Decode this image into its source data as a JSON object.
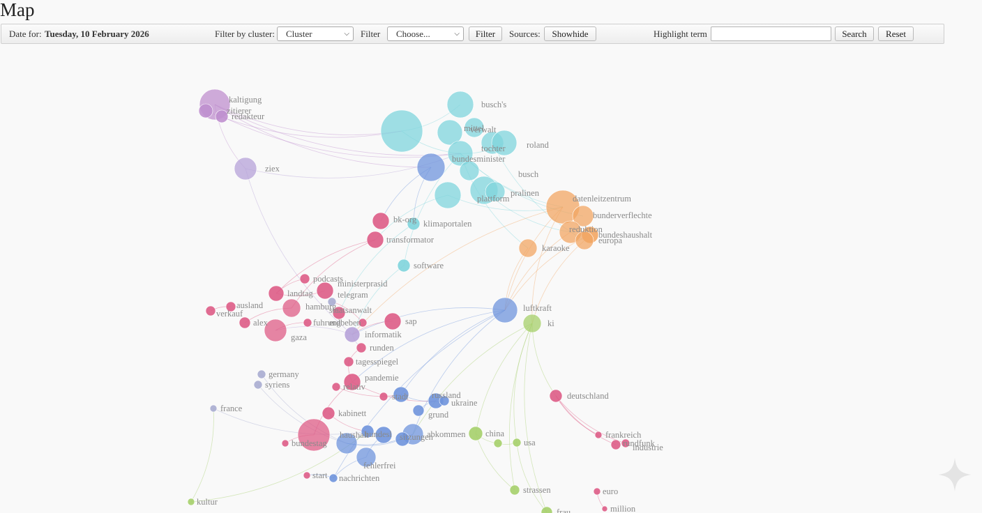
{
  "page": {
    "title": "Map"
  },
  "toolbar": {
    "date_label": "Date for:",
    "date_value": "Tuesday, 10 February 2026",
    "cluster_label": "Filter by cluster:",
    "cluster_select": "Cluster",
    "filter_label": "Filter",
    "filter_select": "Choose...",
    "filter_button": "Filter",
    "sources_label": "Sources:",
    "showhide_button": "Showhide",
    "highlight_label": "Highlight term",
    "highlight_value": "",
    "search_button": "Search",
    "reset_button": "Reset"
  },
  "graph": {
    "colors": {
      "purple": "#bf8fce",
      "lavender": "#b6a2d8",
      "cyan": "#7fd4dc",
      "orange": "#f2a663",
      "pink": "#dd5c86",
      "blue": "#6f94dc",
      "green": "#a5cf6a",
      "gray": "#a9acd0"
    },
    "nodes": [
      {
        "id": "kaltigung",
        "label": "kaltigung",
        "color": "purple"
      },
      {
        "id": "zitierfuhrer",
        "label": "zitierer",
        "color": "purple"
      },
      {
        "id": "redaktor",
        "label": "redakteur",
        "color": "purple"
      },
      {
        "id": "ziex",
        "label": "ziex",
        "color": "lavender"
      },
      {
        "id": "busch_s",
        "label": "busch's",
        "color": "cyan"
      },
      {
        "id": "c_star",
        "label": "",
        "color": "cyan"
      },
      {
        "id": "c_mid1",
        "label": "mittel",
        "color": "cyan"
      },
      {
        "id": "c_mid2",
        "label": "verwalt",
        "color": "cyan"
      },
      {
        "id": "c_mid3",
        "label": "tochter",
        "color": "cyan"
      },
      {
        "id": "roland",
        "label": "roland",
        "color": "cyan"
      },
      {
        "id": "c_hub",
        "label": "bundesminister",
        "color": "cyan"
      },
      {
        "id": "c_left",
        "label": "",
        "color": "blue"
      },
      {
        "id": "c_b1",
        "label": "",
        "color": "cyan"
      },
      {
        "id": "c_b2",
        "label": "plattform",
        "color": "cyan"
      },
      {
        "id": "busch",
        "label": "busch",
        "color": "cyan"
      },
      {
        "id": "pralinen",
        "label": "pralinen",
        "color": "cyan"
      },
      {
        "id": "o_main",
        "label": "datenleitzentrum",
        "color": "orange"
      },
      {
        "id": "o_2",
        "label": "bunderverflechte",
        "color": "orange"
      },
      {
        "id": "o_3",
        "label": "reduktion",
        "color": "orange"
      },
      {
        "id": "o_4",
        "label": "bundeshaushalt",
        "color": "orange"
      },
      {
        "id": "europa",
        "label": "europa",
        "color": "orange"
      },
      {
        "id": "karaoke",
        "label": "karaoke",
        "color": "orange"
      },
      {
        "id": "bk_org",
        "label": "bk-org",
        "color": "pink"
      },
      {
        "id": "kb_cyan",
        "label": "klimaportalen",
        "color": "cyan"
      },
      {
        "id": "transformator",
        "label": "transformator",
        "color": "pink"
      },
      {
        "id": "software",
        "label": "software",
        "color": "cyan"
      },
      {
        "id": "podcasts",
        "label": "podcasts",
        "color": "pink"
      },
      {
        "id": "landtag",
        "label": "landtag",
        "color": "pink"
      },
      {
        "id": "ministerpraes",
        "label": "ministerprasid",
        "color": "pink"
      },
      {
        "id": "telegram",
        "label": "telegram",
        "color": "gray"
      },
      {
        "id": "staatsanwalt",
        "label": "staatsanwalt",
        "color": "pink"
      },
      {
        "id": "hamburg",
        "label": "hamburg",
        "color": "pink"
      },
      {
        "id": "ausland",
        "label": "ausland",
        "color": "pink"
      },
      {
        "id": "verkauf",
        "label": "verkauf",
        "color": "pink"
      },
      {
        "id": "alex",
        "label": "alex",
        "color": "pink"
      },
      {
        "id": "sap",
        "label": "sap",
        "color": "pink"
      },
      {
        "id": "fuhrung",
        "label": "fuhrung",
        "color": "pink"
      },
      {
        "id": "gazastreifen",
        "label": "gaza",
        "color": "pink"
      },
      {
        "id": "erdbeben",
        "label": "erdbeben",
        "color": "pink"
      },
      {
        "id": "informatik",
        "label": "informatik",
        "color": "lavender"
      },
      {
        "id": "luftkraft",
        "label": "luftkraft",
        "color": "blue"
      },
      {
        "id": "ki",
        "label": "ki",
        "color": "green"
      },
      {
        "id": "runden",
        "label": "runden",
        "color": "pink"
      },
      {
        "id": "tagesspiegel",
        "label": "tagesspiegel",
        "color": "pink"
      },
      {
        "id": "germany",
        "label": "germany",
        "color": "gray"
      },
      {
        "id": "syriens",
        "label": "syriens",
        "color": "gray"
      },
      {
        "id": "france",
        "label": "france",
        "color": "gray"
      },
      {
        "id": "pandemie",
        "label": "pandemie",
        "color": "pink"
      },
      {
        "id": "relativ",
        "label": "relativ",
        "color": "pink"
      },
      {
        "id": "stadt",
        "label": "stadt",
        "color": "pink"
      },
      {
        "id": "b_a",
        "label": "",
        "color": "blue"
      },
      {
        "id": "b_b",
        "label": "russland",
        "color": "blue"
      },
      {
        "id": "ukraine",
        "label": "ukraine",
        "color": "blue"
      },
      {
        "id": "grund",
        "label": "grund",
        "color": "blue"
      },
      {
        "id": "kabinett",
        "label": "kabinett",
        "color": "pink"
      },
      {
        "id": "big_pink",
        "label": "bundestag",
        "color": "pink"
      },
      {
        "id": "lr_small",
        "label": "",
        "color": "pink"
      },
      {
        "id": "b_c1",
        "label": "haushalt",
        "color": "blue"
      },
      {
        "id": "b_c2",
        "label": "bundesl",
        "color": "blue"
      },
      {
        "id": "b_c3",
        "label": "",
        "color": "blue"
      },
      {
        "id": "b_c4",
        "label": "abkommen",
        "color": "blue"
      },
      {
        "id": "b_c5",
        "label": "sitzungen",
        "color": "blue"
      },
      {
        "id": "b_c6",
        "label": "fehlerfrei",
        "color": "blue"
      },
      {
        "id": "china",
        "label": "china",
        "color": "green"
      },
      {
        "id": "usa",
        "label": "usa",
        "color": "green"
      },
      {
        "id": "usa2",
        "label": "",
        "color": "green"
      },
      {
        "id": "deutschland",
        "label": "deutschland",
        "color": "pink"
      },
      {
        "id": "frankreich",
        "label": "frankreich",
        "color": "pink"
      },
      {
        "id": "rundfunk",
        "label": "rundfunk",
        "color": "pink"
      },
      {
        "id": "rf2",
        "label": "industrie",
        "color": "pink"
      },
      {
        "id": "start",
        "label": "start",
        "color": "pink"
      },
      {
        "id": "nachrichten",
        "label": "nachrichten",
        "color": "blue"
      },
      {
        "id": "kultur",
        "label": "kultur",
        "color": "green"
      },
      {
        "id": "strassen",
        "label": "strassen",
        "color": "green"
      },
      {
        "id": "frau",
        "label": "frau",
        "color": "green"
      },
      {
        "id": "euro",
        "label": "euro",
        "color": "pink"
      },
      {
        "id": "million",
        "label": "million",
        "color": "pink"
      }
    ],
    "edges": [
      [
        "kaltigung",
        "c_star"
      ],
      [
        "kaltigung",
        "c_hub"
      ],
      [
        "kaltigung",
        "c_left"
      ],
      [
        "kaltigung",
        "ziex"
      ],
      [
        "zitierfuhrer",
        "c_star"
      ],
      [
        "redaktor",
        "c_hub"
      ],
      [
        "ziex",
        "c_hub"
      ],
      [
        "ziex",
        "informatik"
      ],
      [
        "c_star",
        "c_hub"
      ],
      [
        "c_star",
        "busch_s"
      ],
      [
        "c_hub",
        "roland"
      ],
      [
        "c_hub",
        "o_main"
      ],
      [
        "c_hub",
        "o_2"
      ],
      [
        "c_b1",
        "o_main"
      ],
      [
        "c_b2",
        "o_3"
      ],
      [
        "c_mid3",
        "europa"
      ],
      [
        "c_hub",
        "karaoke"
      ],
      [
        "c_left",
        "kb_cyan"
      ],
      [
        "c_left",
        "bk_org"
      ],
      [
        "c_b1",
        "transformator"
      ],
      [
        "c_hub",
        "software"
      ],
      [
        "o_main",
        "luftkraft"
      ],
      [
        "o_main",
        "ki"
      ],
      [
        "o_3",
        "luftkraft"
      ],
      [
        "europa",
        "ki"
      ],
      [
        "o_4",
        "luftkraft"
      ],
      [
        "karaoke",
        "luftkraft"
      ],
      [
        "o_main",
        "informatik"
      ],
      [
        "luftkraft",
        "pandemie"
      ],
      [
        "luftkraft",
        "b_a"
      ],
      [
        "luftkraft",
        "b_c4"
      ],
      [
        "luftkraft",
        "informatik"
      ],
      [
        "luftkraft",
        "nachrichten"
      ],
      [
        "ki",
        "usa"
      ],
      [
        "ki",
        "china"
      ],
      [
        "ki",
        "deutschland"
      ],
      [
        "ki",
        "strassen"
      ],
      [
        "ki",
        "b_c4"
      ],
      [
        "ki",
        "frau"
      ],
      [
        "transformator",
        "landtag"
      ],
      [
        "transformator",
        "hamburg"
      ],
      [
        "kb_cyan",
        "staatsanwalt"
      ],
      [
        "software",
        "informatik"
      ],
      [
        "sap",
        "informatik"
      ],
      [
        "informatik",
        "runden"
      ],
      [
        "runden",
        "tagesspiegel"
      ],
      [
        "tagesspiegel",
        "pandemie"
      ],
      [
        "pandemie",
        "b_b"
      ],
      [
        "pandemie",
        "big_pink"
      ],
      [
        "kabinett",
        "b_c2"
      ],
      [
        "relativ",
        "b_a"
      ],
      [
        "b_a",
        "ukraine"
      ],
      [
        "b_b",
        "grund"
      ],
      [
        "b_c1",
        "b_c4"
      ],
      [
        "b_c2",
        "b_c3"
      ],
      [
        "b_c3",
        "b_c6"
      ],
      [
        "germany",
        "b_c1"
      ],
      [
        "syriens",
        "b_c1"
      ],
      [
        "france",
        "b_c2"
      ],
      [
        "china",
        "usa2"
      ],
      [
        "usa2",
        "usa"
      ],
      [
        "china",
        "strassen"
      ],
      [
        "usa",
        "frau"
      ],
      [
        "deutschland",
        "frankreich"
      ],
      [
        "deutschland",
        "rundfunk"
      ],
      [
        "deutschland",
        "rf2"
      ],
      [
        "big_pink",
        "lr_small"
      ],
      [
        "nachrichten",
        "start"
      ],
      [
        "b_c6",
        "nachrichten"
      ],
      [
        "kultur",
        "b_c2"
      ],
      [
        "kultur",
        "france"
      ],
      [
        "euro",
        "million"
      ],
      [
        "fuhrung",
        "gazastreifen"
      ],
      [
        "landtag",
        "ministerpraes"
      ],
      [
        "ausland",
        "verkauf"
      ],
      [
        "hamburg",
        "alex"
      ],
      [
        "erdbeben",
        "telegram"
      ],
      [
        "podcasts",
        "landtag"
      ],
      [
        "informatik",
        "gazastreifen"
      ],
      [
        "b_c5",
        "b_c4"
      ],
      [
        "b_c1",
        "b_c5"
      ]
    ]
  }
}
